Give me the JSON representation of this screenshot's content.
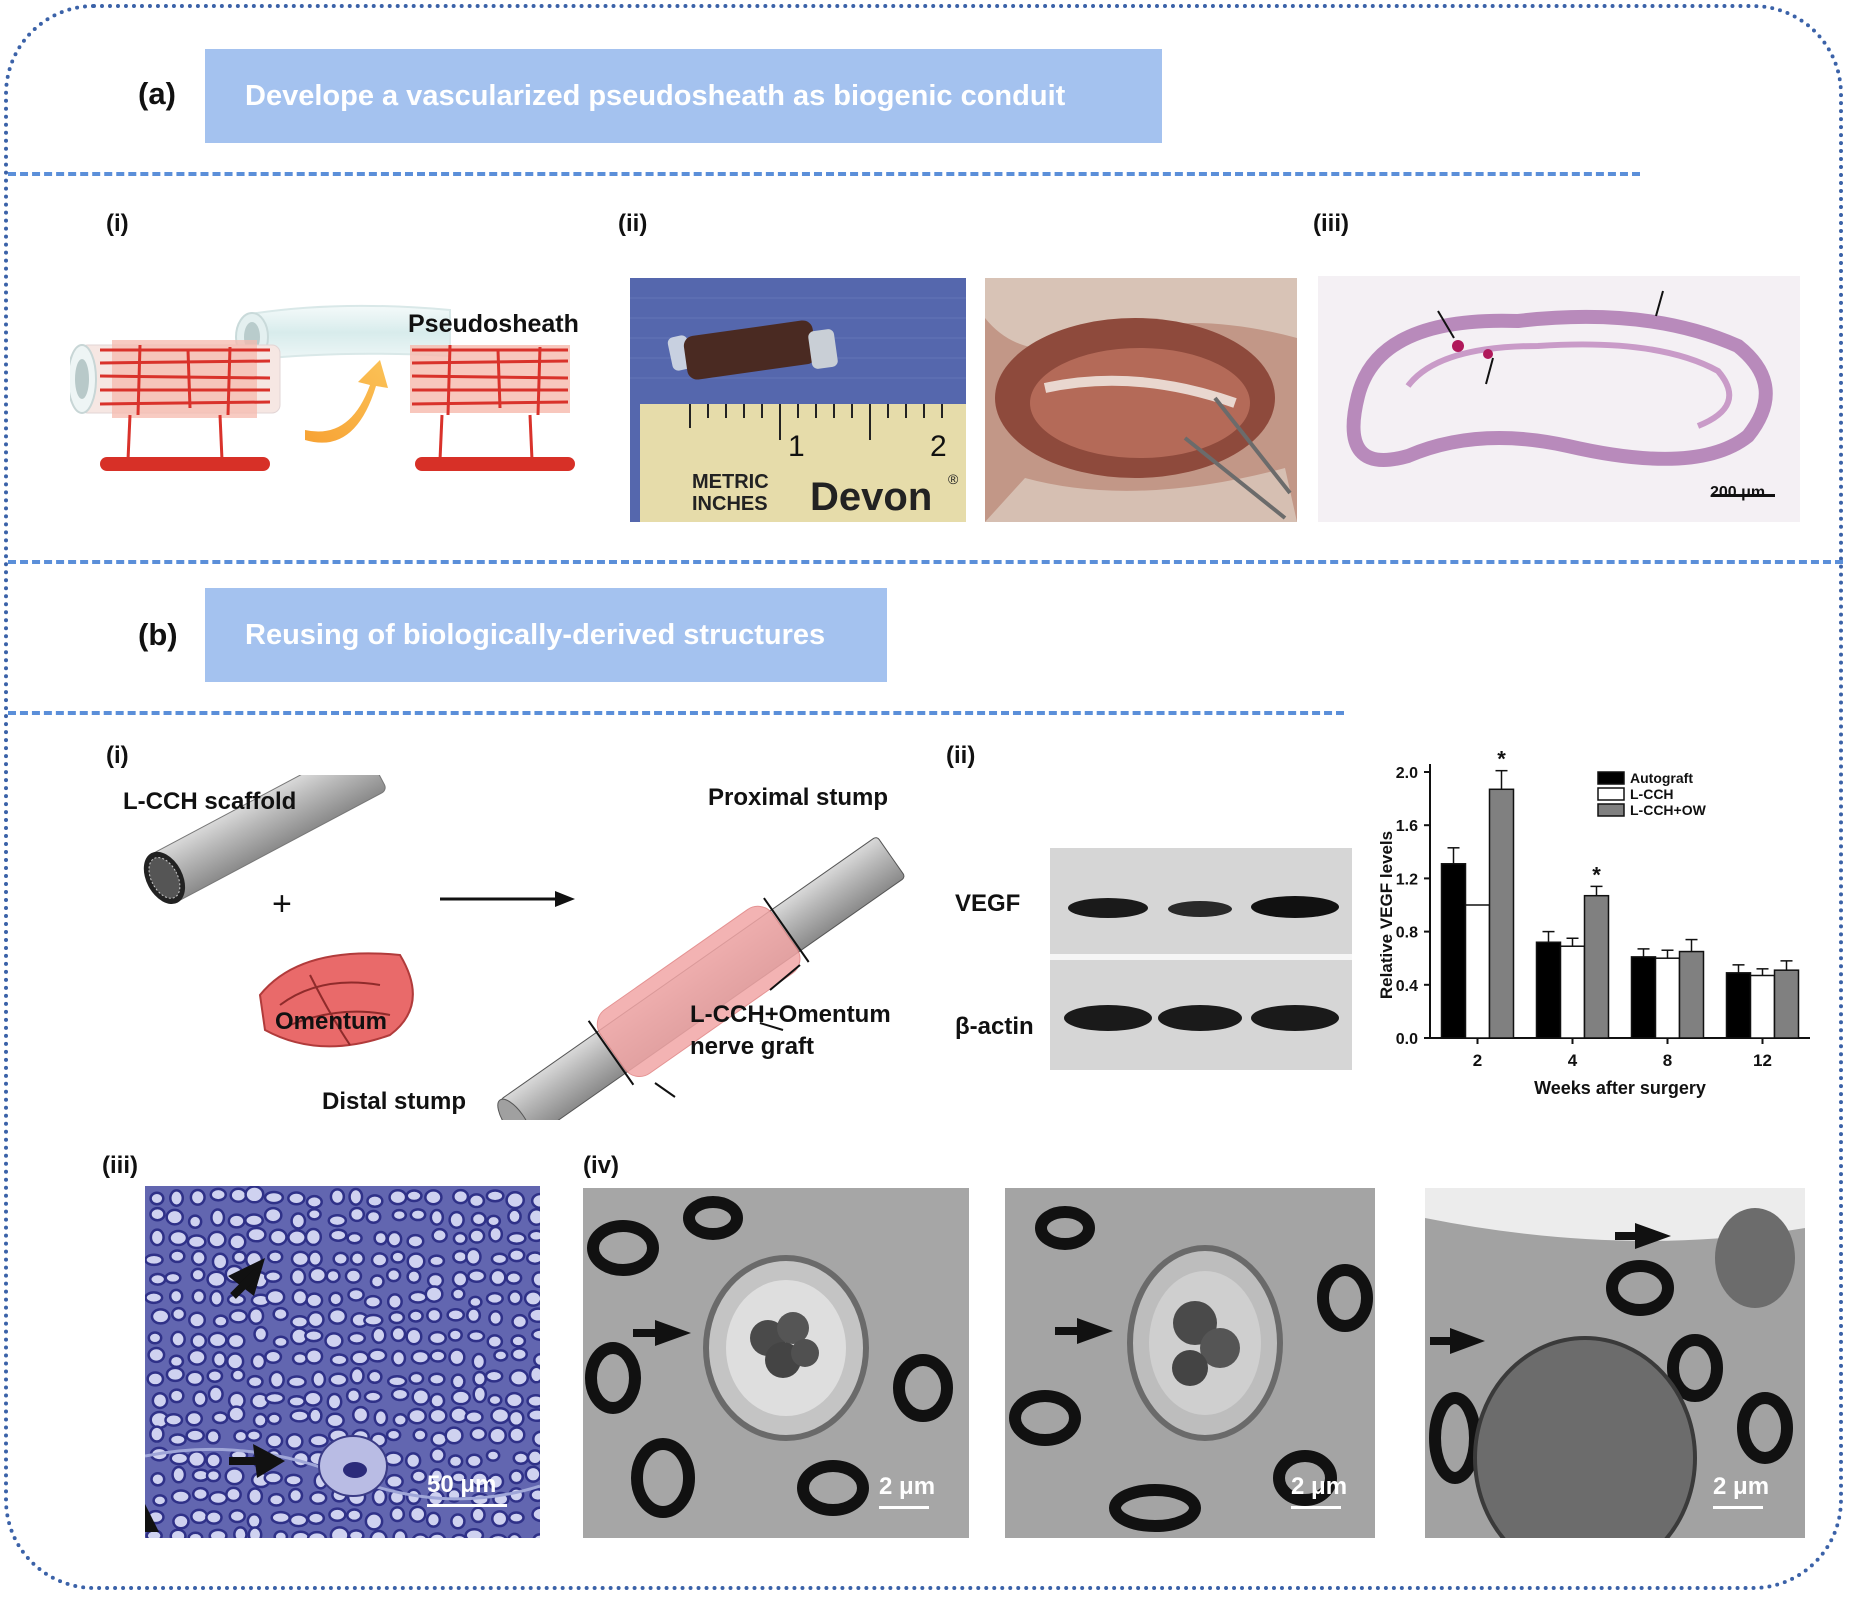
{
  "panel_a": {
    "letter": "(a)",
    "banner": "Develope a vascularized pseudosheath as biogenic conduit",
    "sub_i": "(i)",
    "sub_ii": "(ii)",
    "sub_iii": "(iii)",
    "pseudosheath_label": "Pseudosheath",
    "ruler": {
      "mark1": "1",
      "mark2": "2",
      "text_metric": "METRIC",
      "text_inches": "INCHES",
      "brand": "Devon",
      "reg": "®"
    },
    "histology_scale": "200 μm"
  },
  "panel_b": {
    "letter": "(b)",
    "banner": "Reusing of biologically-derived structures",
    "sub_i": "(i)",
    "sub_ii": "(ii)",
    "sub_iii": "(iii)",
    "sub_iv": "(iv)",
    "schematic": {
      "scaffold": "L-CCH scaffold",
      "plus": "+",
      "omentum": "Omentum",
      "proximal": "Proximal stump",
      "distal": "Distal stump",
      "graft_line1": "L-CCH+Omentum",
      "graft_line2": "nerve graft"
    },
    "blot": {
      "vegf": "VEGF",
      "actin": "β-actin"
    },
    "scale_iii": "50 μm",
    "scale_iv": [
      "2 μm",
      "2 μm",
      "2 μm"
    ]
  },
  "chart_data": {
    "type": "bar",
    "categories": [
      "2",
      "4",
      "8",
      "12"
    ],
    "series": [
      {
        "name": "Autograft",
        "values": [
          1.31,
          0.72,
          0.61,
          0.49
        ],
        "errors": [
          0.12,
          0.08,
          0.06,
          0.06
        ],
        "color": "#000000"
      },
      {
        "name": "L-CCH",
        "values": [
          1.0,
          0.69,
          0.6,
          0.47
        ],
        "errors": [
          0.0,
          0.06,
          0.06,
          0.05
        ],
        "color": "#ffffff"
      },
      {
        "name": "L-CCH+OW",
        "values": [
          1.87,
          1.07,
          0.65,
          0.51
        ],
        "errors": [
          0.14,
          0.07,
          0.09,
          0.07
        ],
        "color": "#808080"
      }
    ],
    "significance": [
      "*",
      "*",
      "",
      ""
    ],
    "xlabel": "Weeks after surgery",
    "ylabel": "Relative VEGF levels",
    "ylim": [
      0,
      2.0
    ],
    "yticks": [
      "0.0",
      "0.4",
      "0.8",
      "1.2",
      "1.6",
      "2.0"
    ],
    "legend_position": "top-right"
  }
}
